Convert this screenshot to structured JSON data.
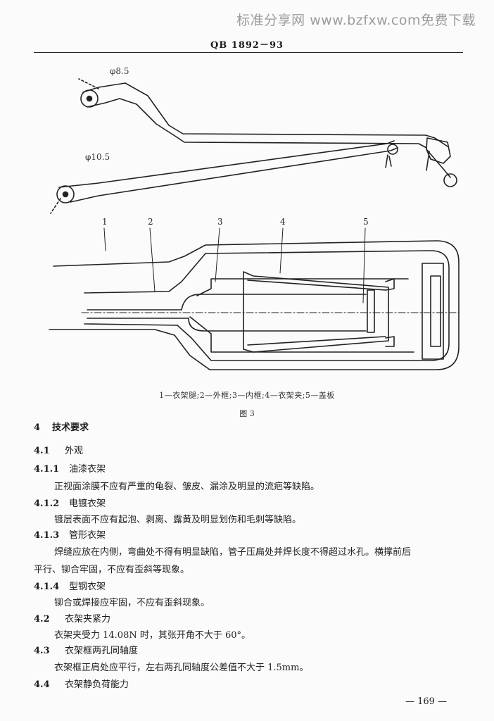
{
  "watermark": "标准分享网 www.bzfxw.com免费下载",
  "standard_code": "QB 1892－93",
  "figure": {
    "dim_top": "φ8.5",
    "dim_bottom": "φ10.5",
    "part_numbers": [
      "1",
      "2",
      "3",
      "4",
      "5"
    ],
    "caption": "1—衣架腿;2—外框;3—内框;4—衣架夹;5—盖板",
    "title": "图 3"
  },
  "section_4": {
    "number": "4",
    "title": "技术要求"
  },
  "items": [
    {
      "number": "4.1",
      "title": "外观"
    },
    {
      "number": "4.1.1",
      "title": "油漆衣架",
      "text": "正视面涂膜不应有严重的龟裂、皱皮、漏涂及明显的流疤等缺陷。"
    },
    {
      "number": "4.1.2",
      "title": "电镀衣架",
      "text": "镀层表面不应有起泡、剥离、露黄及明显划伤和毛刺等缺陷。"
    },
    {
      "number": "4.1.3",
      "title": "管形衣架",
      "text": "焊缝应放在内侧，弯曲处不得有明显缺陷，管子压扁处并焊长度不得超过水孔。横撑前后",
      "text2": "平行、铆合牢固，不应有歪斜等现象。"
    },
    {
      "number": "4.1.4",
      "title": "型钢衣架",
      "text": "铆合或焊接应牢固，不应有歪斜现象。"
    },
    {
      "number": "4.2",
      "title": "衣架夹紧力",
      "text": "衣架夹受力 14.08N 时，其张开角不大于 60°。"
    },
    {
      "number": "4.3",
      "title": "衣架框两孔同轴度",
      "text": "衣架框正肩处应平行，左右两孔同轴度公差值不大于 1.5mm。"
    },
    {
      "number": "4.4",
      "title": "衣架静负荷能力"
    }
  ],
  "page_number": "— 169 —"
}
